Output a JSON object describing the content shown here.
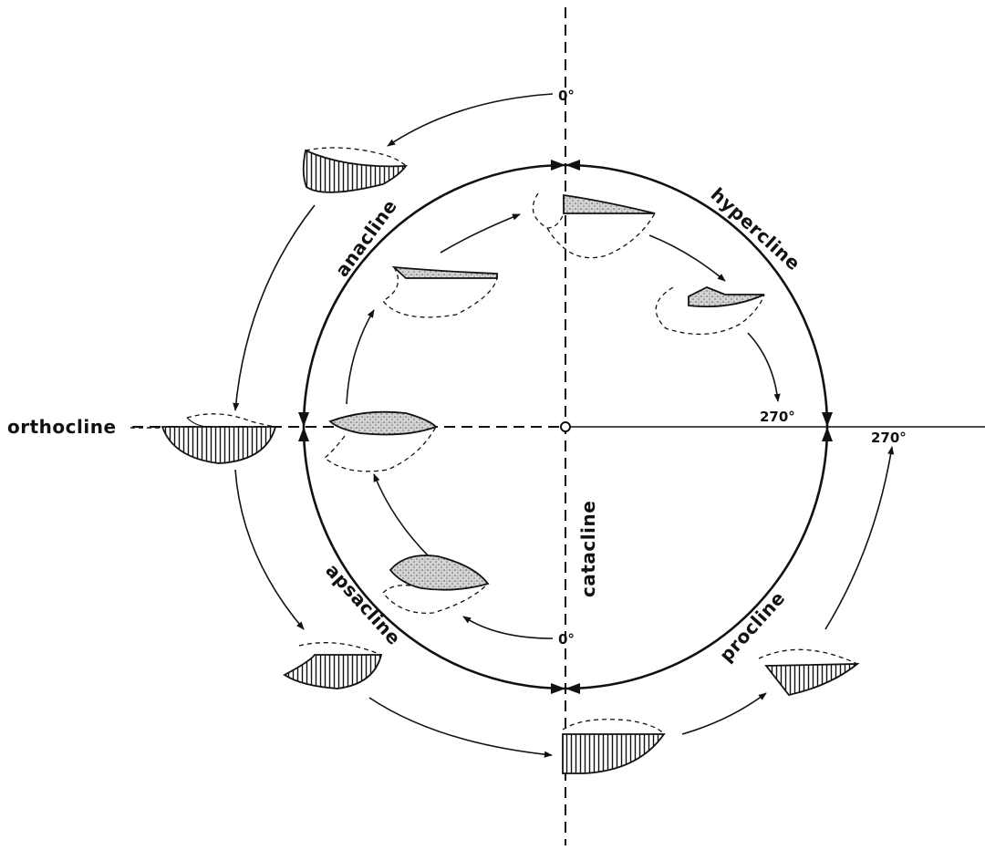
{
  "labels": {
    "orthocline": "orthocline",
    "anacline": "anacline",
    "hypercline": "hypercline",
    "apsacline": "apsacline",
    "procline": "procline",
    "catacline": "catacline"
  },
  "angles": {
    "zero_top": "0°",
    "zero_bottom": "0°",
    "deg270_inner": "270°",
    "deg270_outer": "270°"
  }
}
